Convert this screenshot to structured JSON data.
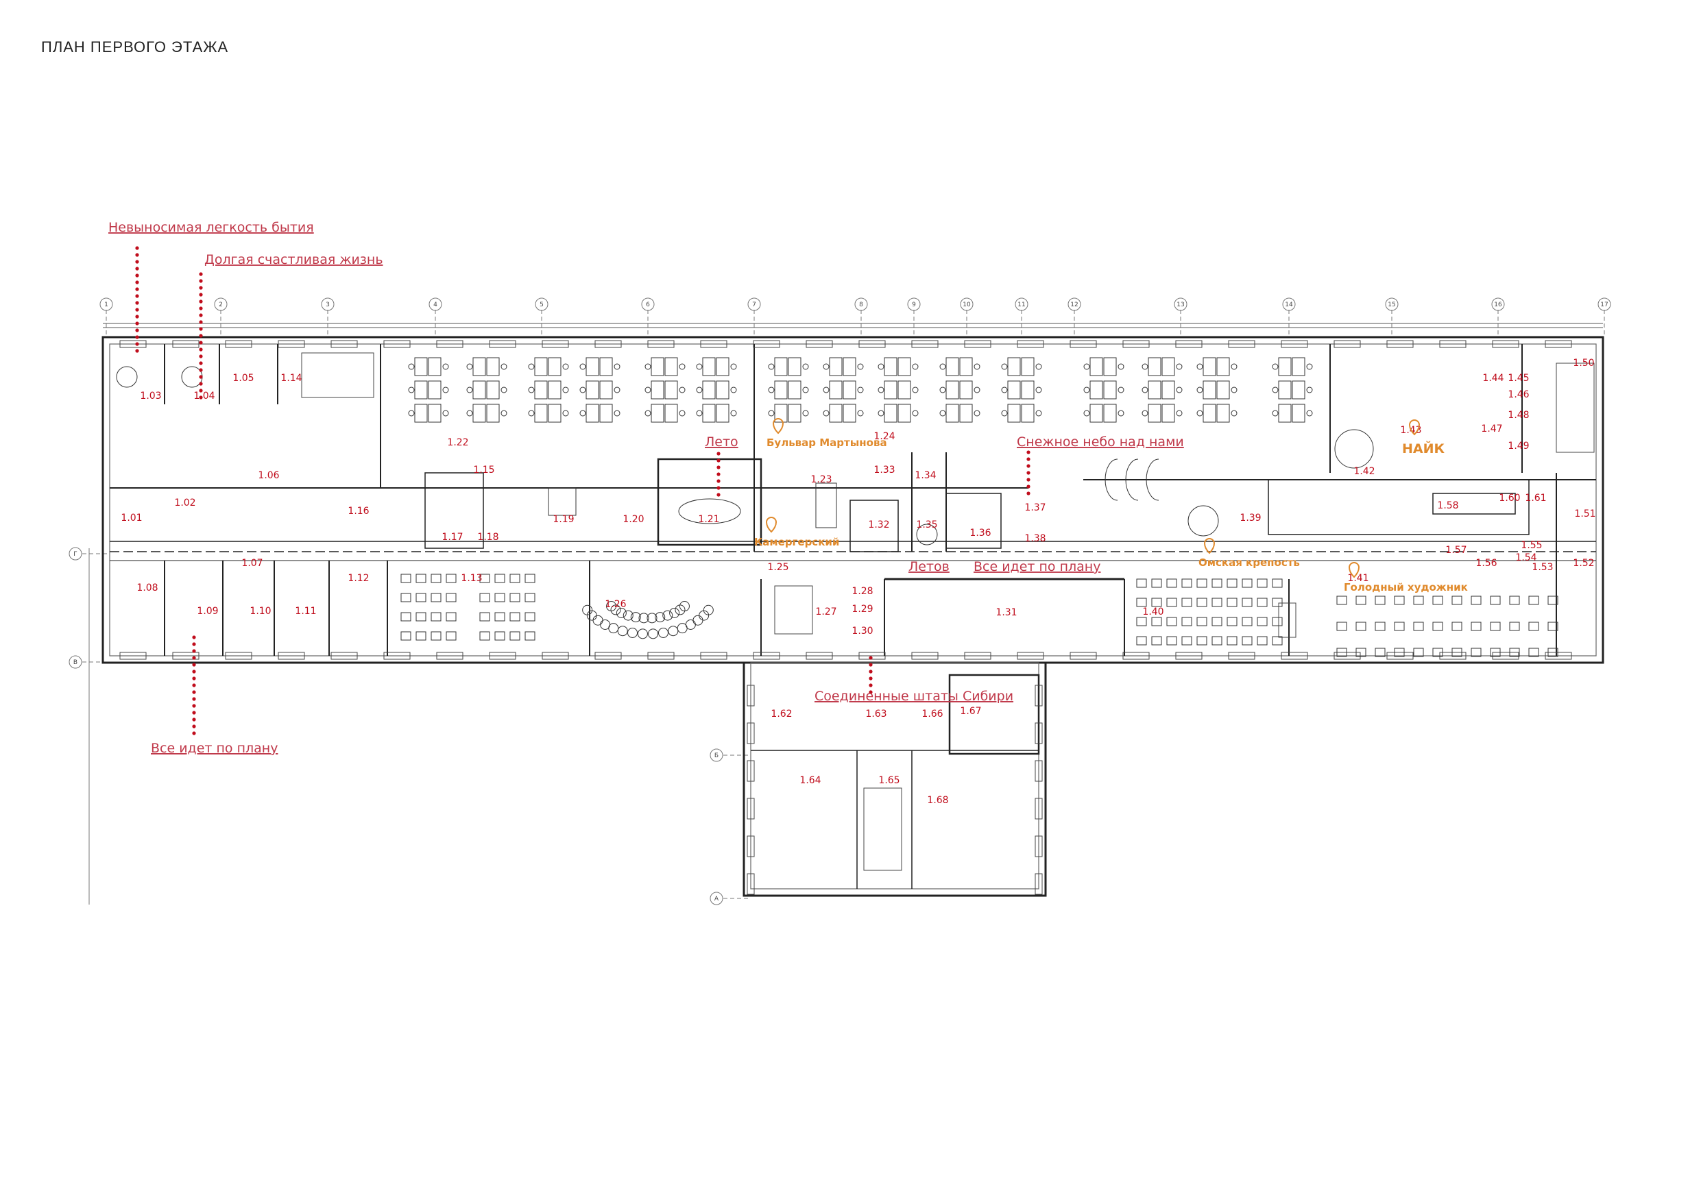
{
  "page": {
    "title": "ПЛАН ПЕРВОГО ЭТАЖА"
  },
  "colors": {
    "room_label": "#c00d1c",
    "annotation": "#c0394a",
    "location": "#e08a2c",
    "wall": "#222222",
    "furniture": "#555555"
  },
  "grid_axes": {
    "columns": [
      "1",
      "2",
      "3",
      "4",
      "5",
      "6",
      "7",
      "8",
      "9",
      "10",
      "11",
      "12",
      "13",
      "14",
      "15",
      "16",
      "17"
    ],
    "rows": [
      "Г",
      "В",
      "Б",
      "А"
    ]
  },
  "rooms": [
    "1.01",
    "1.02",
    "1.03",
    "1.04",
    "1.05",
    "1.06",
    "1.07",
    "1.08",
    "1.09",
    "1.10",
    "1.11",
    "1.12",
    "1.13",
    "1.14",
    "1.15",
    "1.16",
    "1.17",
    "1.18",
    "1.19",
    "1.20",
    "1.21",
    "1.22",
    "1.23",
    "1.24",
    "1.25",
    "1.26",
    "1.27",
    "1.28",
    "1.29",
    "1.30",
    "1.31",
    "1.32",
    "1.33",
    "1.34",
    "1.35",
    "1.36",
    "1.37",
    "1.38",
    "1.39",
    "1.40",
    "1.41",
    "1.42",
    "1.43",
    "1.44",
    "1.45",
    "1.46",
    "1.47",
    "1.48",
    "1.49",
    "1.50",
    "1.51",
    "1.52",
    "1.53",
    "1.54",
    "1.55",
    "1.56",
    "1.57",
    "1.58",
    "1.60",
    "1.61",
    "1.62",
    "1.63",
    "1.64",
    "1.65",
    "1.66",
    "1.67",
    "1.68"
  ],
  "annotations": [
    {
      "text": "Невыносимая легкость бытия",
      "icon": "dotted-line"
    },
    {
      "text": "Долгая счастливая жизнь",
      "icon": "dotted-line"
    },
    {
      "text": "Все идет по плану",
      "icon": "dotted-line"
    },
    {
      "text": "Лето",
      "icon": "dotted-line"
    },
    {
      "text": "Снежное небо над нами",
      "icon": "dotted-line"
    },
    {
      "text": "Летов",
      "icon": "dotted-line"
    },
    {
      "text": "Все идет по плану",
      "icon": "dotted-line"
    },
    {
      "text": "Соединенные штаты Сибири",
      "icon": "dotted-line"
    }
  ],
  "locations": [
    {
      "text": "Бульвар Мартынова",
      "icon": "map-pin-icon"
    },
    {
      "text": "Камергерский",
      "icon": "map-pin-icon"
    },
    {
      "text": "НАЙК",
      "icon": "map-pin-icon"
    },
    {
      "text": "Омская крепость",
      "icon": "map-pin-icon"
    },
    {
      "text": "Голодный художник",
      "icon": "map-pin-icon"
    }
  ]
}
